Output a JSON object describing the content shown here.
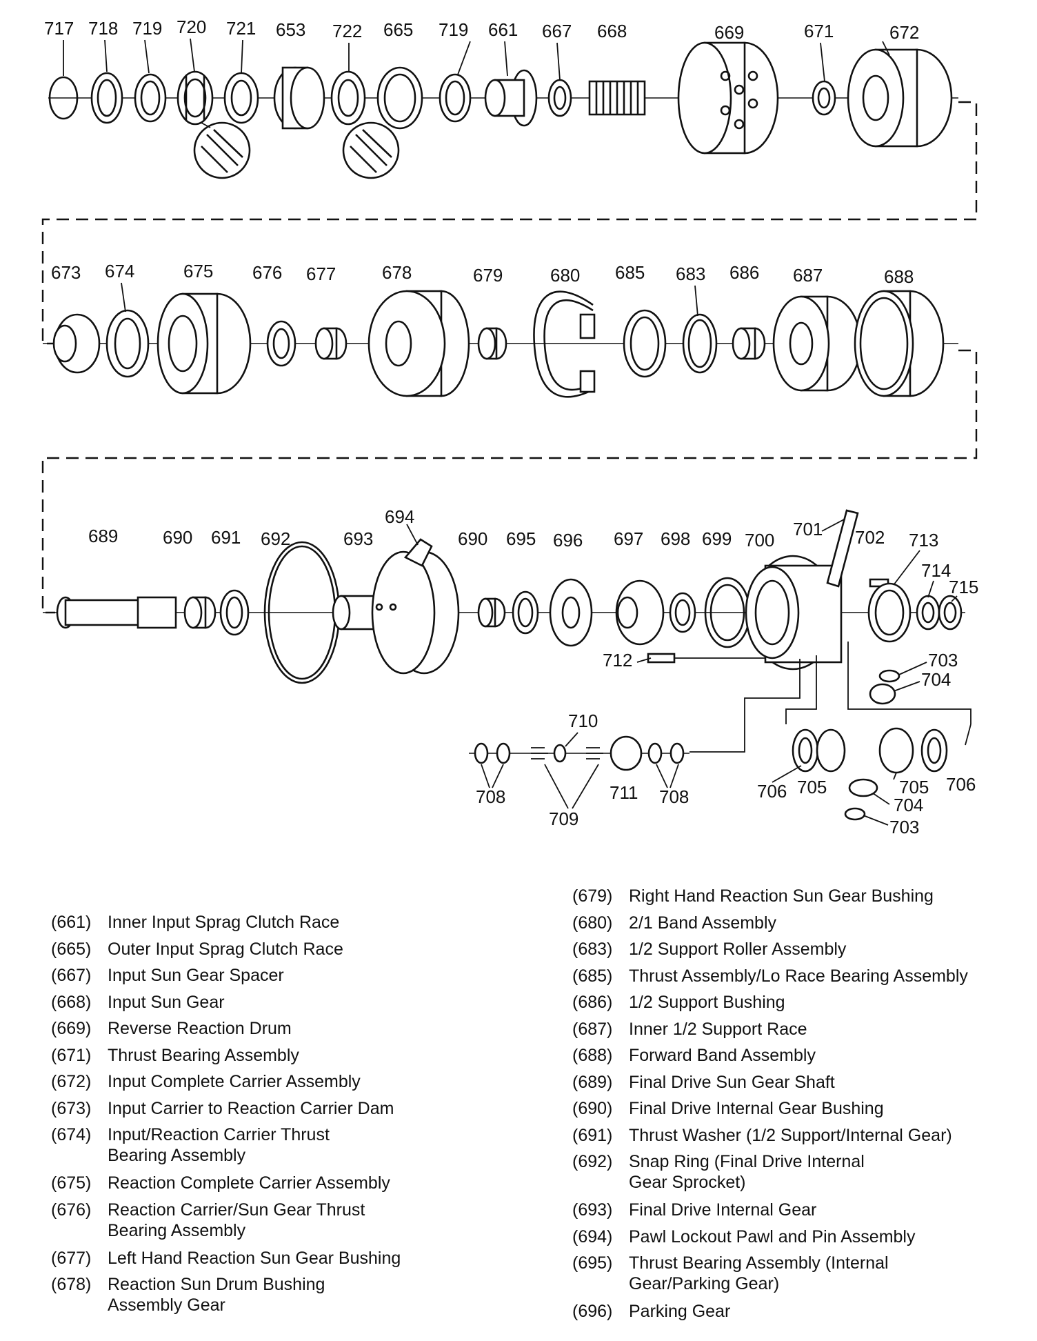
{
  "diagram": {
    "row1_labels": [
      "717",
      "718",
      "719",
      "720",
      "721",
      "653",
      "722",
      "665",
      "719",
      "661",
      "667",
      "668",
      "669",
      "671",
      "672"
    ],
    "row2_labels": [
      "673",
      "674",
      "675",
      "676",
      "677",
      "678",
      "679",
      "680",
      "685",
      "683",
      "686",
      "687",
      "688"
    ],
    "row3_labels": [
      "689",
      "690",
      "691",
      "692",
      "693",
      "694",
      "690",
      "695",
      "696",
      "697",
      "698",
      "699",
      "700",
      "701",
      "702",
      "713",
      "714",
      "715",
      "712",
      "703",
      "704"
    ],
    "sub_labels": [
      "710",
      "708",
      "709",
      "711",
      "708",
      "706",
      "705",
      "705",
      "706",
      "704",
      "703"
    ]
  },
  "legend": {
    "left": [
      {
        "code": "(661)",
        "text": "Inner Input Sprag Clutch Race"
      },
      {
        "code": "(665)",
        "text": "Outer Input Sprag Clutch Race"
      },
      {
        "code": "(667)",
        "text": "Input Sun Gear Spacer"
      },
      {
        "code": "(668)",
        "text": "Input Sun Gear"
      },
      {
        "code": "(669)",
        "text": "Reverse Reaction Drum"
      },
      {
        "code": "(671)",
        "text": "Thrust Bearing Assembly"
      },
      {
        "code": "(672)",
        "text": "Input Complete Carrier Assembly"
      },
      {
        "code": "(673)",
        "text": "Input Carrier to Reaction Carrier Dam"
      },
      {
        "code": "(674)",
        "text": "Input/Reaction Carrier Thrust Bearing Assembly"
      },
      {
        "code": "(675)",
        "text": "Reaction Complete Carrier Assembly"
      },
      {
        "code": "(676)",
        "text": "Reaction Carrier/Sun Gear Thrust Bearing Assembly"
      },
      {
        "code": "(677)",
        "text": "Left Hand Reaction Sun Gear Bushing"
      },
      {
        "code": "(678)",
        "text": "Reaction Sun Drum Bushing Assembly Gear"
      }
    ],
    "right": [
      {
        "code": "(679)",
        "text": "Right Hand Reaction Sun Gear Bushing"
      },
      {
        "code": "(680)",
        "text": "2/1 Band Assembly"
      },
      {
        "code": "(683)",
        "text": "1/2 Support Roller Assembly"
      },
      {
        "code": "(685)",
        "text": "Thrust Assembly/Lo Race Bearing Assembly"
      },
      {
        "code": "(686)",
        "text": "1/2 Support Bushing"
      },
      {
        "code": "(687)",
        "text": "Inner 1/2 Support Race"
      },
      {
        "code": "(688)",
        "text": "Forward Band Assembly"
      },
      {
        "code": "(689)",
        "text": "Final Drive Sun Gear Shaft"
      },
      {
        "code": "(690)",
        "text": "Final Drive Internal Gear Bushing"
      },
      {
        "code": "(691)",
        "text": "Thrust Washer (1/2 Support/Internal Gear)"
      },
      {
        "code": "(692)",
        "text": "Snap Ring (Final Drive Internal Gear Sprocket)"
      },
      {
        "code": "(693)",
        "text": "Final Drive Internal Gear"
      },
      {
        "code": "(694)",
        "text": "Pawl Lockout Pawl and Pin Assembly"
      },
      {
        "code": "(695)",
        "text": "Thrust Bearing Assembly (Internal Gear/Parking Gear)"
      },
      {
        "code": "(696)",
        "text": "Parking Gear"
      }
    ]
  }
}
